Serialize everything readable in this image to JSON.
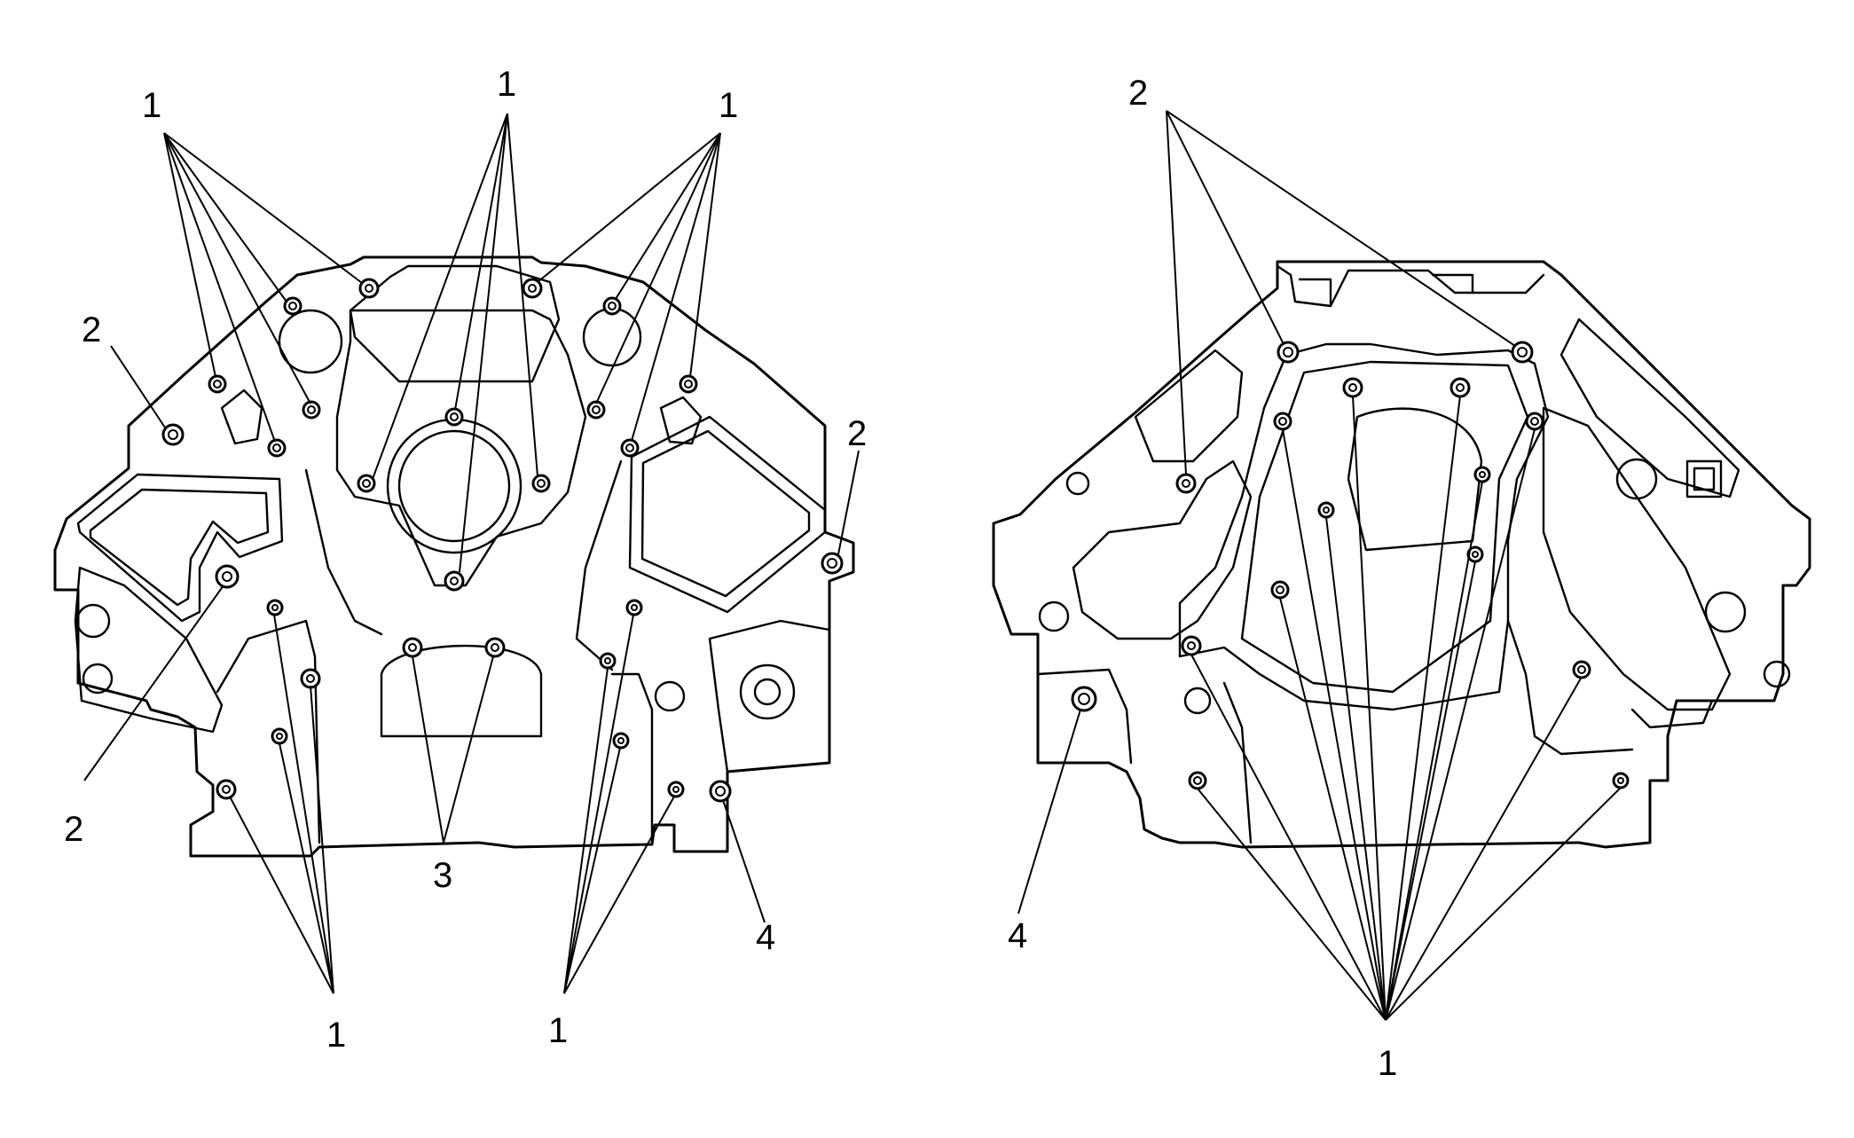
{
  "figure": {
    "left_view": {
      "callouts": [
        {
          "id": "L1a",
          "text": "1"
        },
        {
          "id": "L1b",
          "text": "1"
        },
        {
          "id": "L1c",
          "text": "1"
        },
        {
          "id": "L1d",
          "text": "1"
        },
        {
          "id": "L1e",
          "text": "1"
        },
        {
          "id": "L2a",
          "text": "2"
        },
        {
          "id": "L2b",
          "text": "2"
        },
        {
          "id": "L2c",
          "text": "2"
        },
        {
          "id": "L3",
          "text": "3"
        },
        {
          "id": "L4",
          "text": "4"
        }
      ]
    },
    "right_view": {
      "callouts": [
        {
          "id": "R2",
          "text": "2"
        },
        {
          "id": "R4",
          "text": "4"
        },
        {
          "id": "R1",
          "text": "1"
        }
      ]
    },
    "colors": {
      "line": "#000000",
      "background": "#ffffff"
    }
  }
}
